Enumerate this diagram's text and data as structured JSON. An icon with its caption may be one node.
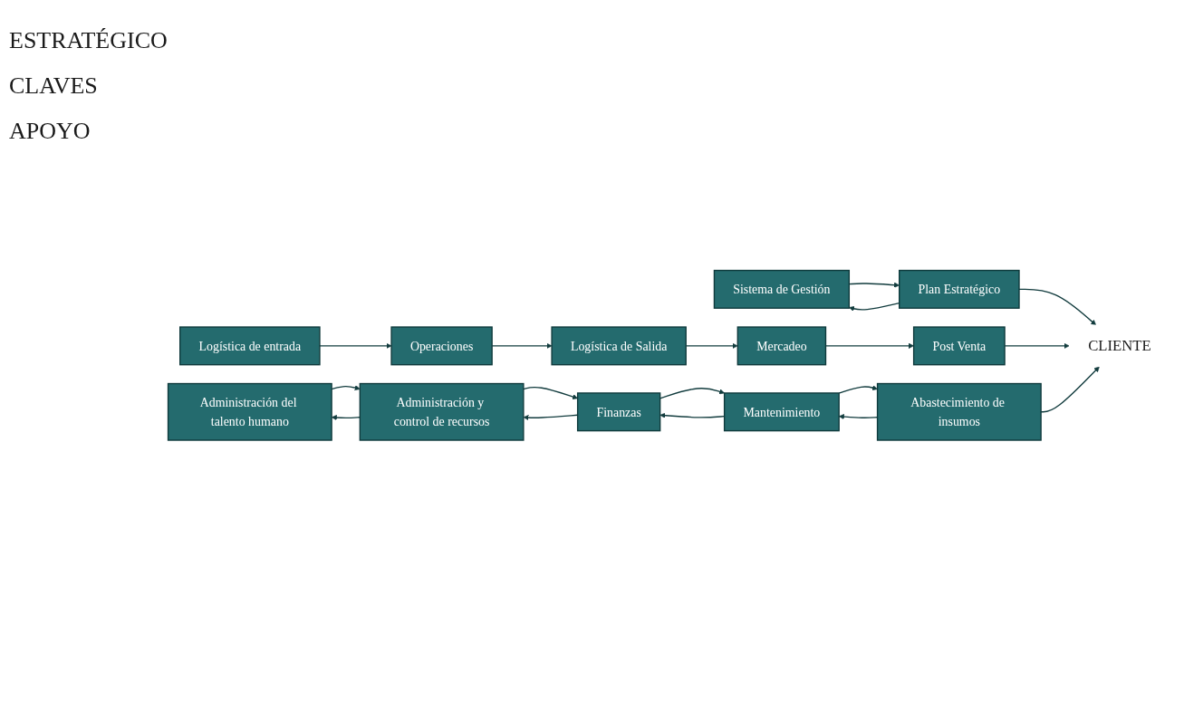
{
  "diagram": {
    "nodes": [
      {
        "text": [
          "Sistema de Gestión"
        ]
      },
      {
        "text": [
          "Plan Estratégico"
        ]
      },
      {
        "text": [
          "Logística de entrada"
        ]
      },
      {
        "text": [
          "Operaciones"
        ]
      },
      {
        "text": [
          "Logística de Salida"
        ]
      },
      {
        "text": [
          "Mercadeo"
        ]
      },
      {
        "text": [
          "Post Venta"
        ]
      },
      {
        "text": [
          "CLIENTE"
        ]
      },
      {
        "text": [
          "Administración del talento humano"
        ]
      },
      {
        "text": [
          "Administración y control de recursos"
        ]
      },
      {
        "text": [
          "Finanzas"
        ]
      },
      {
        "text": [
          "Mantenimiento"
        ]
      },
      {
        "text": [
          "Abastecimiento de insumos"
        ]
      }
    ],
    "edges": [
      {
        "from": 0,
        "to": 1,
        "arrow": "to"
      },
      {
        "from": 1,
        "to": 0,
        "arrow": "to"
      },
      {
        "from": 1,
        "to": 7,
        "arrow": "to"
      },
      {
        "from": 2,
        "to": 3,
        "arrow": "to"
      },
      {
        "from": 3,
        "to": 4,
        "arrow": "to"
      },
      {
        "from": 4,
        "to": 5,
        "arrow": "to"
      },
      {
        "from": 5,
        "to": 6,
        "arrow": "to"
      },
      {
        "from": 6,
        "to": 7,
        "arrow": "to"
      },
      {
        "from": 8,
        "to": 9,
        "arrow": "to"
      },
      {
        "from": 9,
        "to": 8,
        "arrow": "to"
      },
      {
        "from": 9,
        "to": 10,
        "arrow": "to"
      },
      {
        "from": 10,
        "to": 9,
        "arrow": "to"
      },
      {
        "from": 10,
        "to": 11,
        "arrow": "to"
      },
      {
        "from": 11,
        "to": 10,
        "arrow": "to"
      },
      {
        "from": 11,
        "to": 12,
        "arrow": "to"
      },
      {
        "from": 12,
        "to": 11,
        "arrow": "to"
      },
      {
        "from": 12,
        "to": 7,
        "arrow": "to"
      }
    ],
    "labels": [
      "ESTRATÉGICO",
      "CLAVES",
      "APOYO"
    ]
  }
}
